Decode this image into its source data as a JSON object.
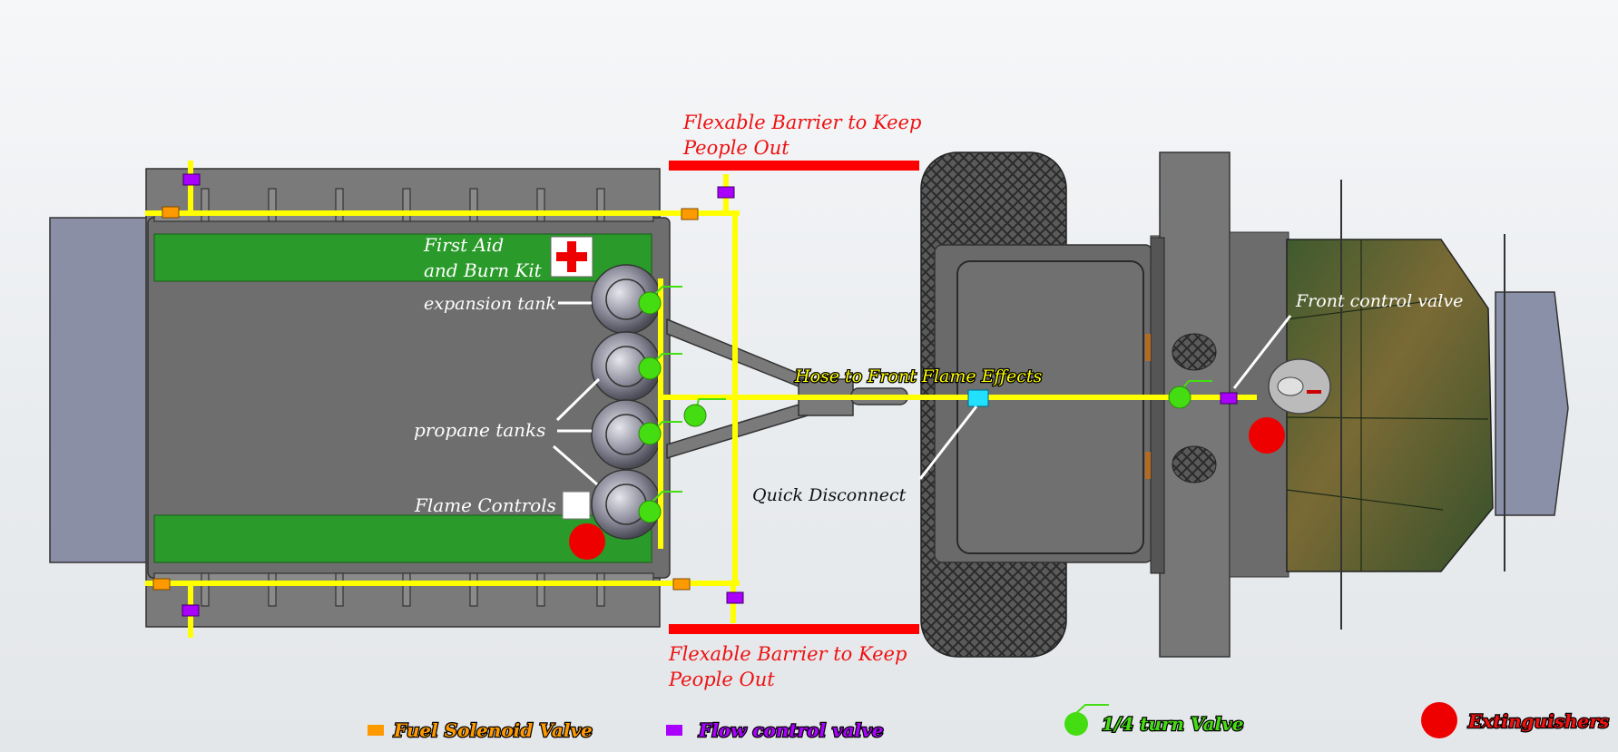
{
  "labels": {
    "barrier_top": [
      "Flexable Barrier to Keep",
      "People Out"
    ],
    "barrier_bottom": [
      "Flexable Barrier to Keep",
      "People Out"
    ],
    "first_aid": [
      "First Aid",
      "and Burn Kit"
    ],
    "expansion_tank": "expansion tank",
    "propane_tanks": "propane tanks",
    "flame_controls": "Flame Controls",
    "hose": "Hose to Front Flame Effects",
    "quick_disconnect": "Quick Disconnect",
    "front_control_valve": "Front control valve"
  },
  "legend": {
    "solenoid": "Fuel Solenoid Valve",
    "flow": "Flow control valve",
    "quarter_turn": "1/4 turn Valve",
    "extinguishers": "Extinguishers"
  },
  "colors": {
    "fuel_line": "#ffff00",
    "solenoid": "#ff9900",
    "flow": "#aa00ff",
    "quarter_turn": "#44dd11",
    "extinguisher": "#ee0000",
    "barrier": "#ff0000",
    "green_panel": "#2a9a2a",
    "quick_disconnect": "#00ccff"
  }
}
